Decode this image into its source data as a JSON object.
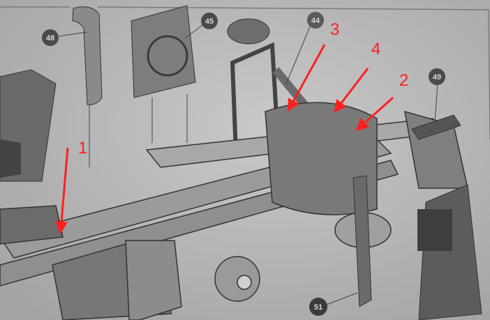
{
  "diagram": {
    "part_callouts": [
      {
        "id": "48"
      },
      {
        "id": "45"
      },
      {
        "id": "44"
      },
      {
        "id": "49"
      },
      {
        "id": "51"
      }
    ],
    "red_annotations": [
      {
        "label": "1"
      },
      {
        "label": "3"
      },
      {
        "label": "4"
      },
      {
        "label": "2"
      }
    ],
    "colors": {
      "paper": "#b9b9b9",
      "ink": "#3a3a3a",
      "annotation": "#ff2020",
      "callout_fill": "#4a4a4a"
    }
  }
}
